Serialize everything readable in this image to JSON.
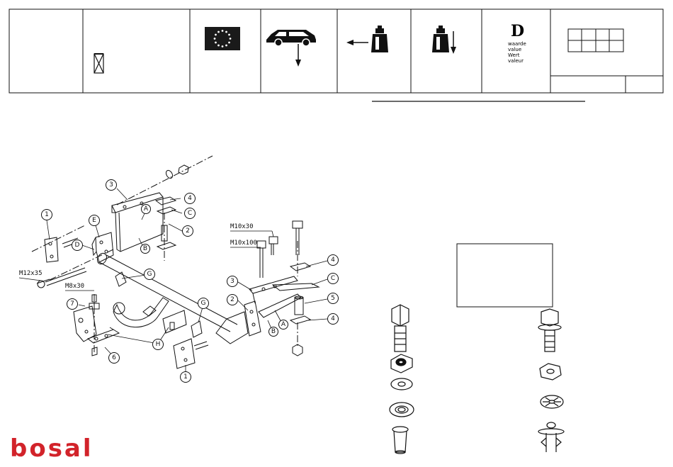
{
  "header": {
    "d_value": {
      "letter": "D",
      "lines": [
        "waarde",
        "value",
        "Wert",
        "valeur"
      ]
    }
  },
  "callouts": {
    "n1a": "1",
    "n1b": "1",
    "n2a": "2",
    "n2b": "2",
    "n3a": "3",
    "n3b": "3",
    "n4a": "4",
    "n4b": "4",
    "n4c": "4",
    "n5": "5",
    "n6": "6",
    "n7": "7",
    "A1": "A",
    "A2": "A",
    "B1": "B",
    "B2": "B",
    "C1": "C",
    "C2": "C",
    "D": "D",
    "E": "E",
    "G1": "G",
    "G2": "G",
    "H": "H"
  },
  "bolt_labels": {
    "m12x35": "M12x35",
    "m8x30": "M8x30",
    "m10x30": "M10x30",
    "m10x100": "M10x100"
  },
  "logo": {
    "text": "bosal",
    "color": "#d2232a"
  },
  "colors": {
    "line": "#111111",
    "eu_blue": "#1a1a1a",
    "eu_star": "#ffffff"
  }
}
